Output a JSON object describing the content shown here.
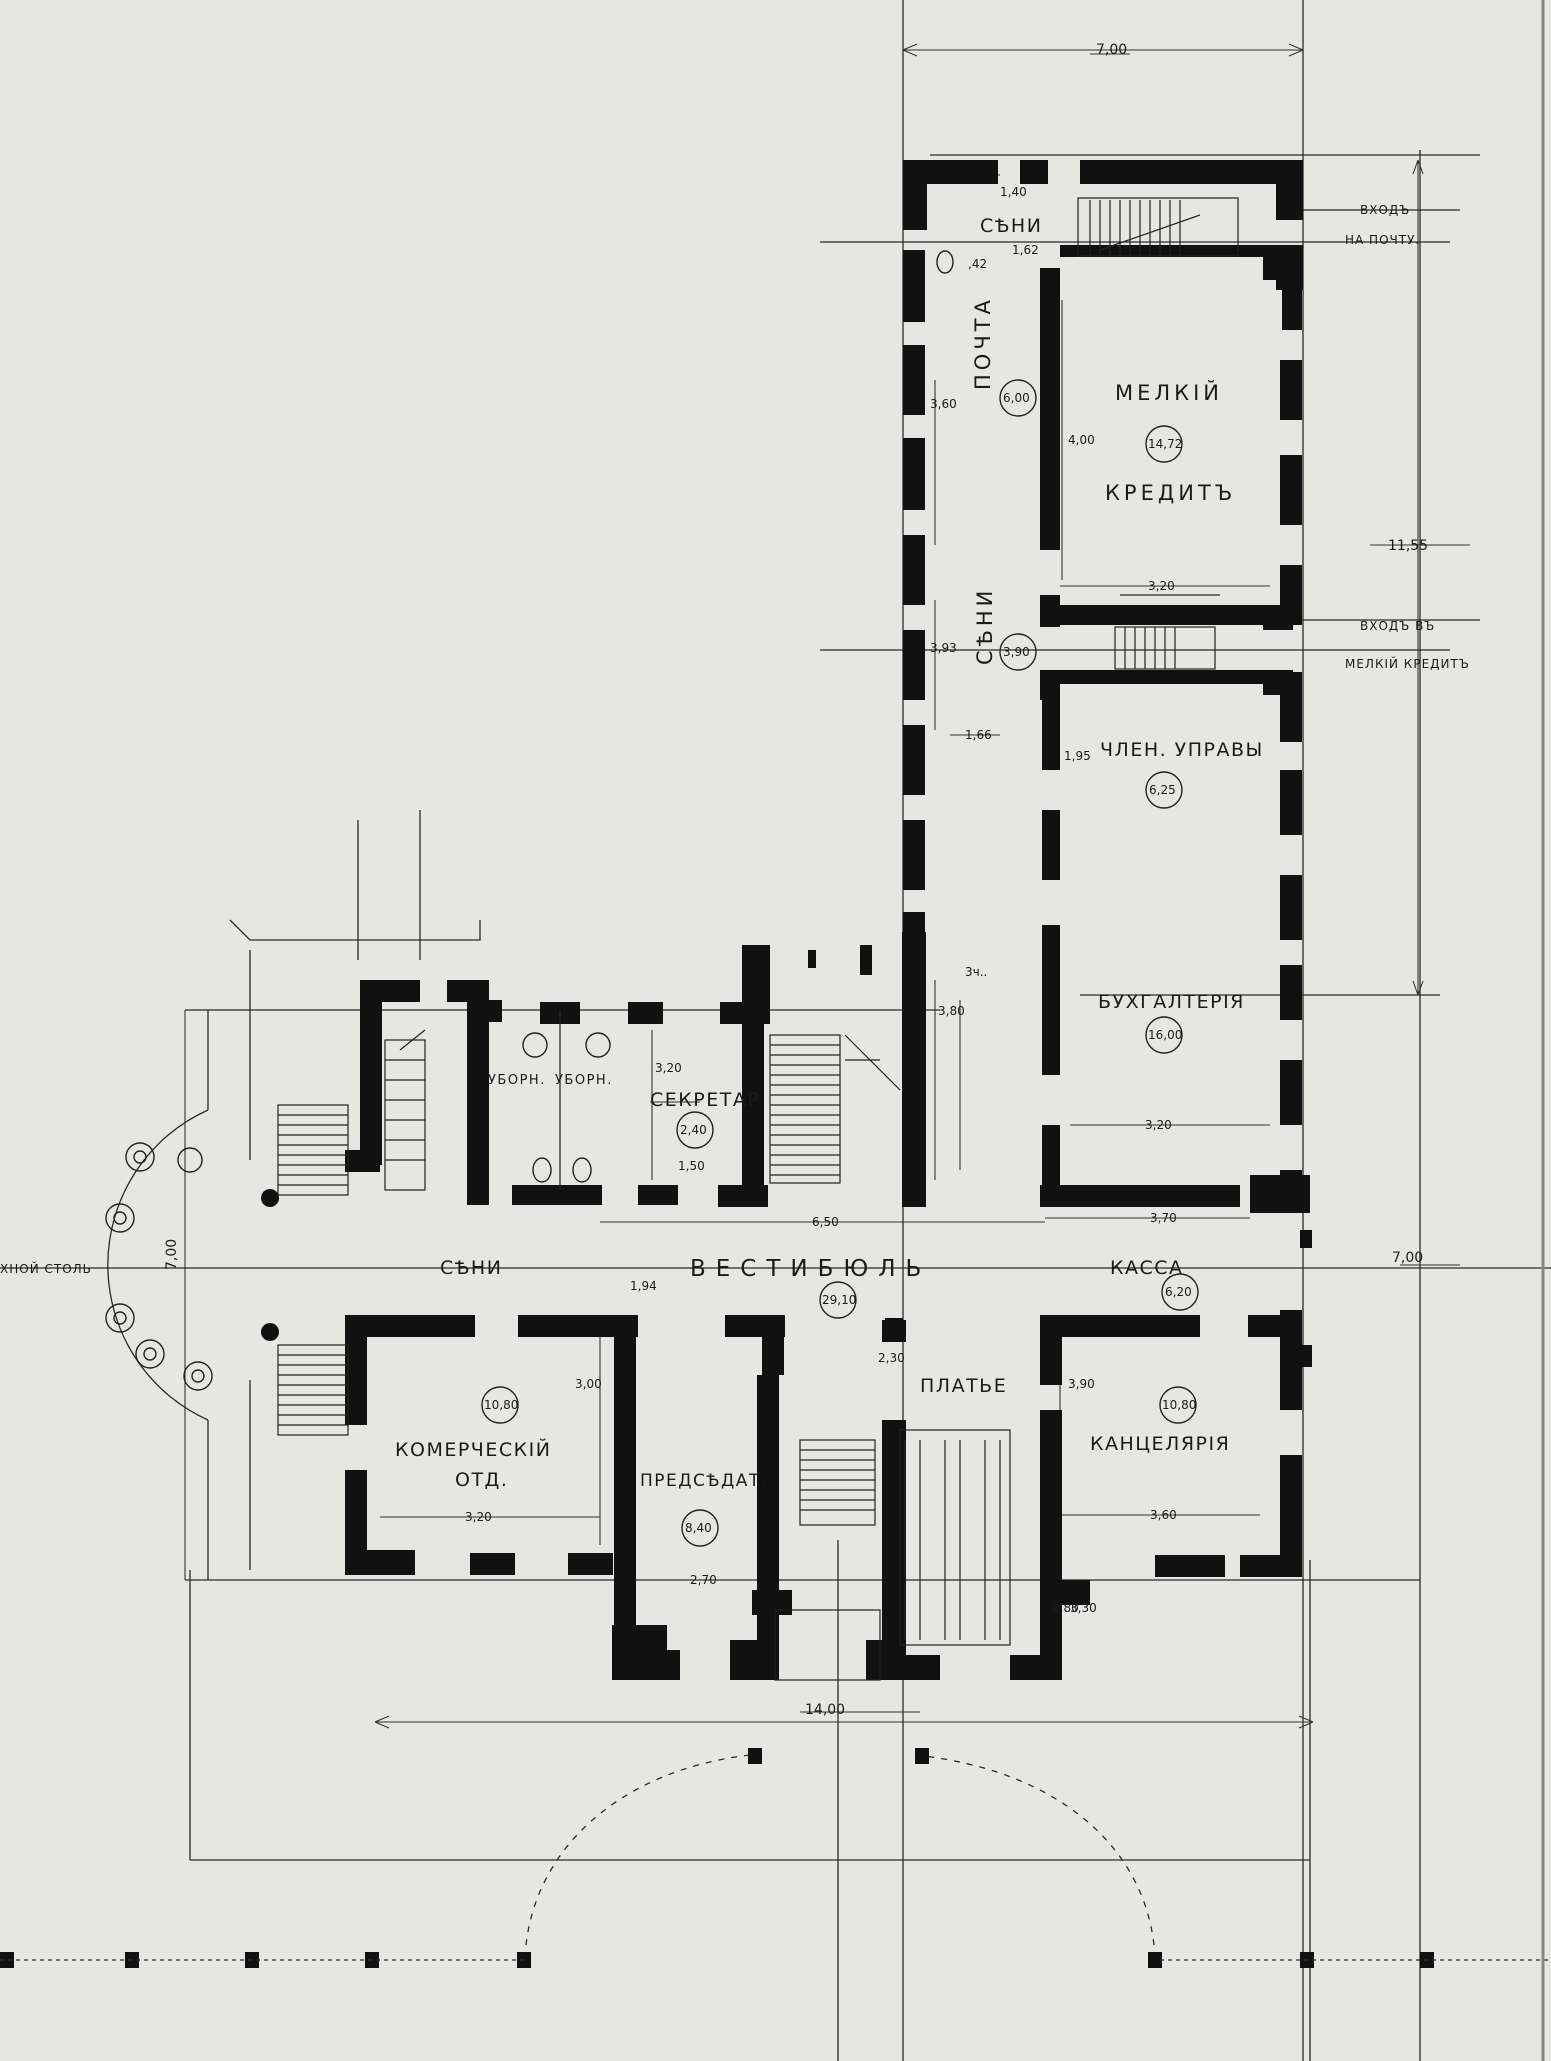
{
  "rooms": {
    "senni_top": "СѢНИ",
    "pochta": "ПОЧТА",
    "melkiy_1": "МЕЛКІЙ",
    "melkiy_2": "КРЕДИТЪ",
    "senni_mid": "СѢНИ",
    "chlen_upravy": "ЧЛЕН. УПРАВЫ",
    "bukhgalteria": "БУХГАЛТЕРІЯ",
    "ubornaya_1": "УБОРН.",
    "ubornaya_2": "УБОРН.",
    "sekretar": "СЕКРЕТАР",
    "senni_left": "СѢНИ",
    "vestibul": "ВЕСТИБЮЛЬ",
    "kassa": "КАССА",
    "plate": "ПЛАТЬЕ",
    "kommercheskiy_1": "КОМЕРЧЕСКІЙ",
    "kommercheskiy_2": "ОТД.",
    "predsedat": "ПРЕДСѢДАТ.",
    "kantselaria": "КАНЦЕЛЯРІЯ"
  },
  "areas": {
    "pochta": "6,00",
    "melkiy": "14,72",
    "senni_mid": "3,90",
    "chlen_upravy": "6,25",
    "bukhgalteria": "16,00",
    "sekretar": "2,40",
    "vestibul": "29,10",
    "kassa": "6,20",
    "kommercheskiy": "10,80",
    "predsedat": "8,40",
    "kantselaria": "10,80",
    "um": "3ч.."
  },
  "dimensions": {
    "top_width": "7,00",
    "right_height": "11,55",
    "right_lower": "7,00",
    "left_height": "7,00",
    "bottom_width": "14,00",
    "d_3_20_a": "3,20",
    "d_3_20_b": "3,20",
    "d_4_00": "4,00",
    "d_3_60": "3,60",
    "d_1_66": "1,66",
    "d_1_95": "1,95",
    "d_3_93": "3,93",
    "d_3_80": "3,80",
    "d_6_50": "6,50",
    "d_3_70": "3,70",
    "d_1_50": "1,50",
    "d_3_20_sek": "3,20",
    "d_1_94": "1,94",
    "d_3_00_k": "3,00",
    "d_3_20_kom": "3,20",
    "d_3_90_c": "3,90",
    "d_3_60_k": "3,60",
    "d_2_70": "2,70",
    "d_3_30": "3,30",
    "d_1_40": "1,40",
    "d_1_62": "1,62",
    "d_0_42": ",42",
    "d_2_30": "2,30",
    "d_0_80": "0,80"
  },
  "notes": {
    "entry_post_1": "ВХОДЪ",
    "entry_post_2": "НА ПОЧТУ.",
    "entry_credit_1": "ВХОДЪ ВЪ",
    "entry_credit_2": "МЕЛКІЙ КРЕДИТЪ",
    "pillar": "ХНОЙ СТОЛЬ"
  },
  "colors": {
    "paper": "#e6e7e3",
    "ink": "#111111"
  }
}
